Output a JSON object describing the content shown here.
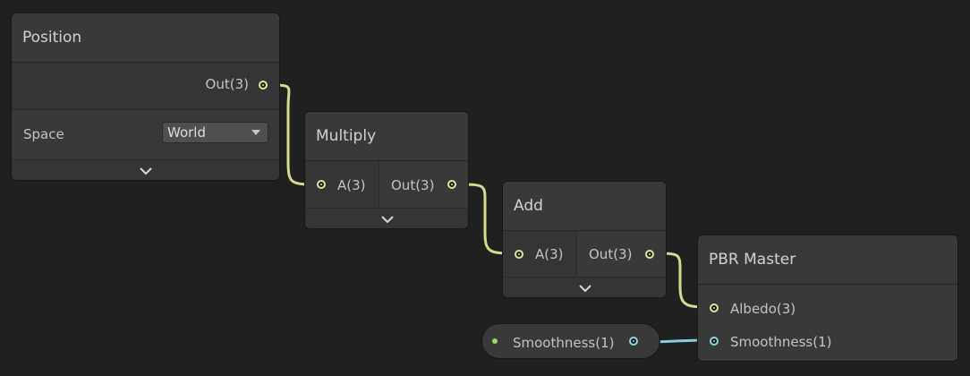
{
  "nodes": {
    "position": {
      "title": "Position",
      "out_label": "Out(3)",
      "space_label": "Space",
      "space_value": "World"
    },
    "multiply": {
      "title": "Multiply",
      "in_label": "A(3)",
      "out_label": "Out(3)"
    },
    "add": {
      "title": "Add",
      "in_label": "A(3)",
      "out_label": "Out(3)"
    },
    "pbr_master": {
      "title": "PBR Master",
      "albedo_label": "Albedo(3)",
      "smoothness_label": "Smoothness(1)"
    },
    "smoothness_property": {
      "label": "Smoothness(1)"
    }
  },
  "colors": {
    "vector3_wire": "#d6d98e",
    "vector1_wire": "#7fcfdc",
    "background": "#202020",
    "node": "#393939"
  }
}
